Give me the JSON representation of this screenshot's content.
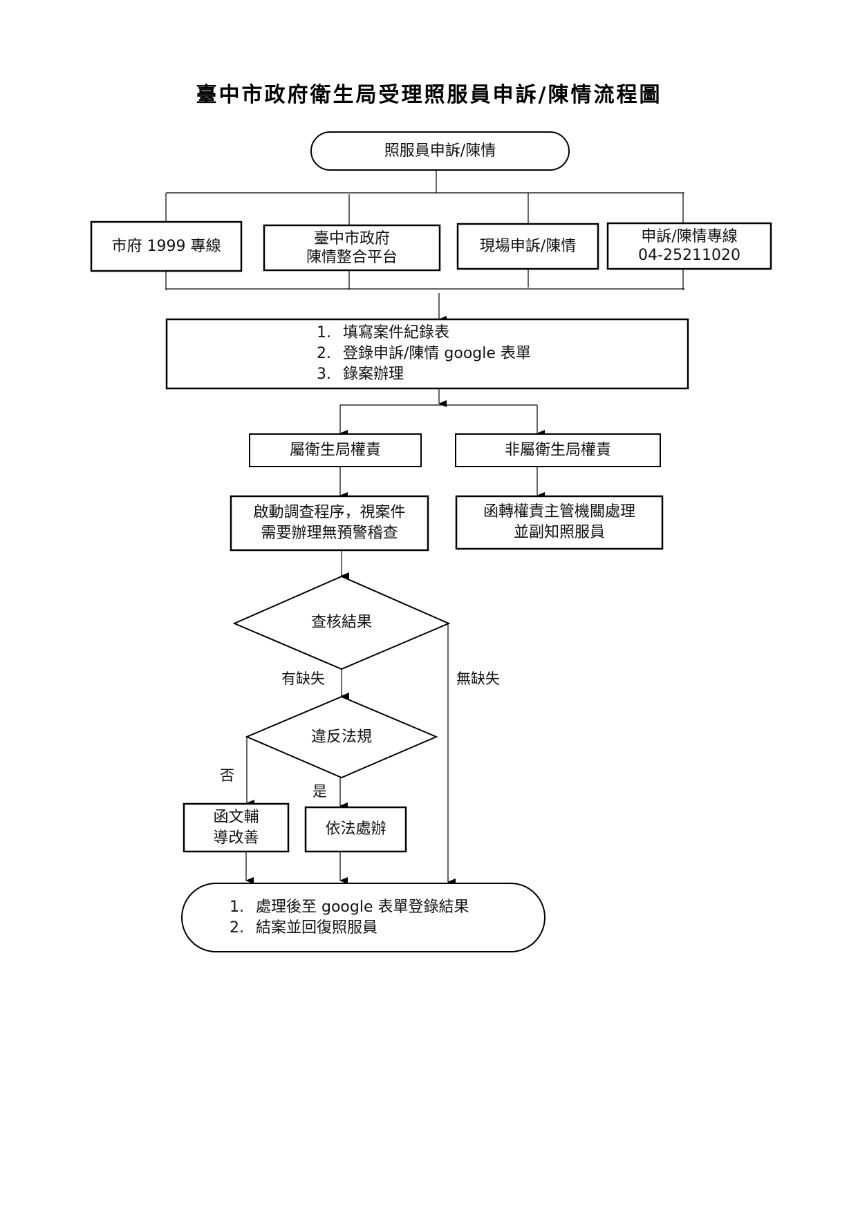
{
  "title": "臺中市政府衛生局受理照服員申訴/陳情流程圖",
  "start": {
    "label": "照服員申訴/陳情"
  },
  "channels": [
    {
      "lines": [
        "市府 1999 專線"
      ]
    },
    {
      "lines": [
        "臺中市政府",
        "陳情整合平台"
      ]
    },
    {
      "lines": [
        "現場申訴/陳情"
      ]
    },
    {
      "lines": [
        "申訴/陳情專線",
        "04-25211020"
      ]
    }
  ],
  "intake": {
    "items": [
      {
        "num": "1.",
        "text": "填寫案件紀錄表"
      },
      {
        "num": "2.",
        "text": "登錄申訴/陳情 google 表單"
      },
      {
        "num": "3.",
        "text": "錄案辦理"
      }
    ]
  },
  "jurisdiction": {
    "health_bureau": "屬衛生局權責",
    "non_health_bureau": "非屬衛生局權責"
  },
  "investigation": {
    "lines": [
      "啟動調查程序，視案件",
      "需要辦理無預警稽查"
    ]
  },
  "forward": {
    "lines": [
      "函轉權責主管機關處理",
      "並副知照服員"
    ]
  },
  "decision_audit": {
    "label": "查核結果",
    "yes_label": "有缺失",
    "no_label": "無缺失"
  },
  "decision_violation": {
    "label": "違反法規",
    "no_label": "否",
    "yes_label": "是"
  },
  "guidance": {
    "lines": [
      "函文輔",
      "導改善"
    ]
  },
  "legal_action": {
    "label": "依法處辦"
  },
  "end": {
    "items": [
      {
        "num": "1.",
        "text": "處理後至 google 表單登錄結果"
      },
      {
        "num": "2.",
        "text": "結案並回復照服員"
      }
    ]
  }
}
